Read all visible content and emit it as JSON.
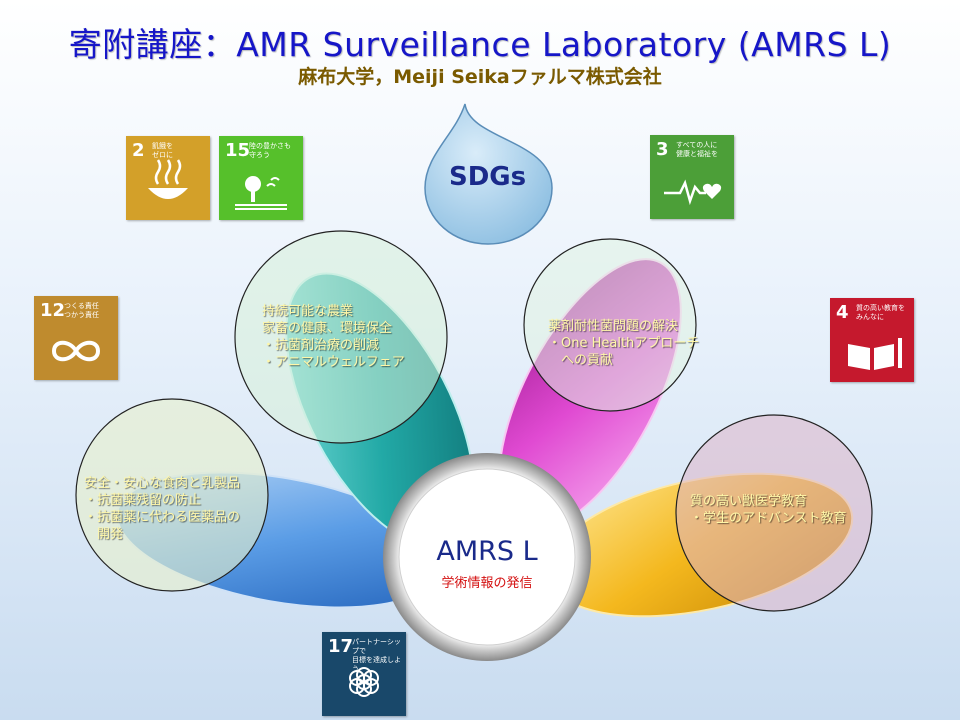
{
  "header": {
    "title": "寄附講座：AMR Surveillance Laboratory (AMRS L)",
    "subtitle": "麻布大学，Meiji Seikaファルマ株式会社"
  },
  "drop": {
    "label": "SDGs",
    "color": "#a9cfe8"
  },
  "center": {
    "title": "AMRS L",
    "subtitle": "学術情報の発信"
  },
  "petals": {
    "agriculture": {
      "color": "#2ab3b0",
      "lines": [
        "持続可能な農業",
        "家畜の健康、環境保全",
        "・抗菌剤治療の削減",
        "・アニマルウェルフェア"
      ]
    },
    "amr": {
      "color": "#d83ac4",
      "lines": [
        "薬剤耐性菌問題の解決",
        "・One Healthアプローチ",
        "　への貢献"
      ]
    },
    "food": {
      "color": "#4a8fe0",
      "lines": [
        "安全・安心な食肉と乳製品",
        "・抗菌薬残留の防止",
        "・抗菌薬に代わる医薬品の",
        "　開発"
      ]
    },
    "education": {
      "color": "#f0b21a",
      "lines": [
        "質の高い獣医学教育",
        "・学生のアドバンスト教育"
      ]
    }
  },
  "sdg_icons": {
    "goal2": {
      "number": "2",
      "text": "飢餓を\nゼロに",
      "color": "#d3a029",
      "icon": "bowl-icon"
    },
    "goal15": {
      "number": "15",
      "text": "陸の豊かさも\n守ろう",
      "color": "#56c02b",
      "icon": "tree-icon"
    },
    "goal3": {
      "number": "3",
      "text": "すべての人に\n健康と福祉を",
      "color": "#4c9f38",
      "icon": "heartbeat-icon"
    },
    "goal12": {
      "number": "12",
      "text": "つくる責任\nつかう責任",
      "color": "#bf8b2e",
      "icon": "infinity-icon"
    },
    "goal4": {
      "number": "4",
      "text": "質の高い教育を\nみんなに",
      "color": "#c5192d",
      "icon": "book-icon"
    },
    "goal17": {
      "number": "17",
      "text": "パートナーシップで\n目標を達成しよう",
      "color": "#19486a",
      "icon": "flower-icon"
    }
  }
}
